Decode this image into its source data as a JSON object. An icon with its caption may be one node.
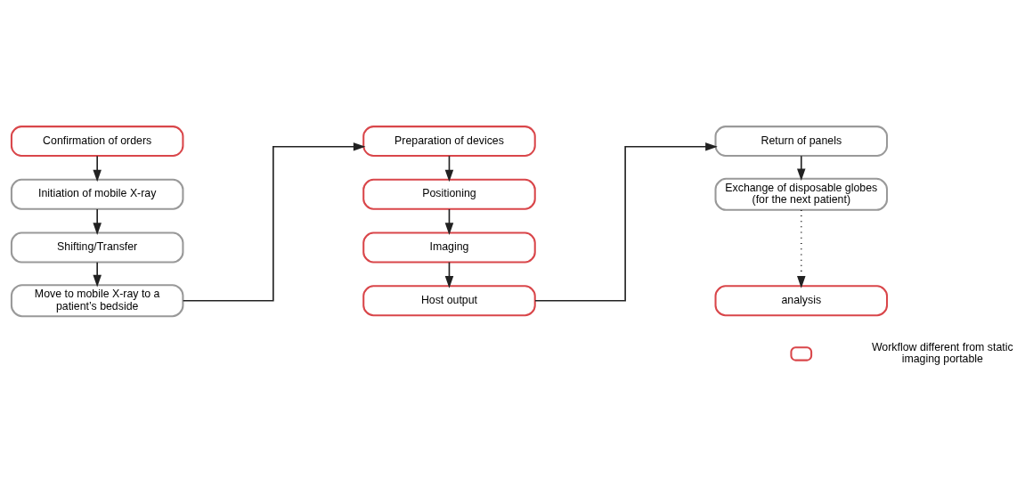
{
  "diagram": {
    "nodes": [
      {
        "text": [
          "Confirmation of orders"
        ]
      },
      {
        "text": [
          "Initiation of mobile X-ray"
        ]
      },
      {
        "text": [
          "Shifting/Transfer"
        ]
      },
      {
        "text": [
          "Move to mobile X-ray to a patient’s bedside"
        ]
      },
      {
        "text": [
          "Preparation of devices"
        ]
      },
      {
        "text": [
          "Positioning"
        ]
      },
      {
        "text": [
          "Imaging"
        ]
      },
      {
        "text": [
          "Host output"
        ]
      },
      {
        "text": [
          "Return of panels"
        ]
      },
      {
        "text": [
          "Exchange of disposable globes (for the next patient)"
        ]
      },
      {
        "text": [
          "analysis"
        ]
      }
    ],
    "edges": [
      {
        "from": 0,
        "to": 1,
        "arrow": "to"
      },
      {
        "from": 1,
        "to": 2,
        "arrow": "to"
      },
      {
        "from": 2,
        "to": 3,
        "arrow": "to"
      },
      {
        "from": 3,
        "to": 4,
        "arrow": "to"
      },
      {
        "from": 4,
        "to": 5,
        "arrow": "to"
      },
      {
        "from": 5,
        "to": 6,
        "arrow": "to"
      },
      {
        "from": 6,
        "to": 7,
        "arrow": "to"
      },
      {
        "from": 7,
        "to": 8,
        "arrow": "to"
      },
      {
        "from": 8,
        "to": 9,
        "arrow": "to"
      },
      {
        "from": 9,
        "to": 10,
        "arrow": "to",
        "style": "dashed"
      }
    ],
    "legend": [
      {
        "text": "Workflow different from static imaging portable"
      }
    ]
  }
}
